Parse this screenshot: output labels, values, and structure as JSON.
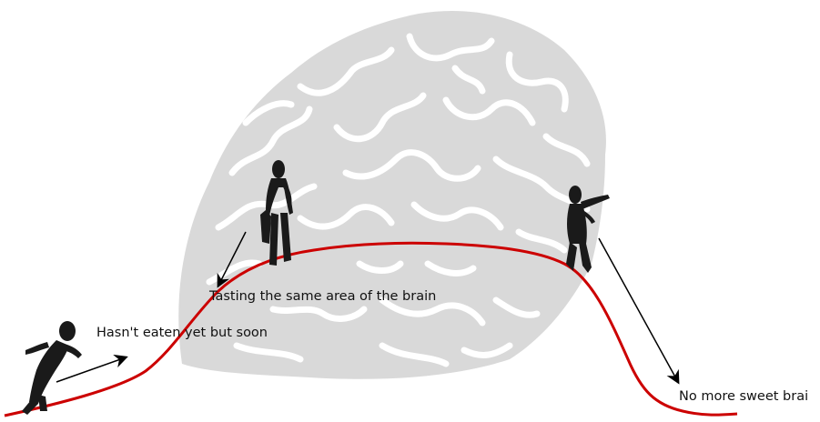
{
  "annotations": {
    "start": "Hasn't eaten yet but soon",
    "middle": "Tasting the same area of the brain",
    "end": "No more sweet brai"
  },
  "colors": {
    "background": "#ffffff",
    "brain": "#d9d9d9",
    "curve": "#cc0000",
    "arrow": "#000000",
    "zombie": "#1a1a1a"
  },
  "icons": [
    "brain-icon",
    "zombie-icon"
  ]
}
